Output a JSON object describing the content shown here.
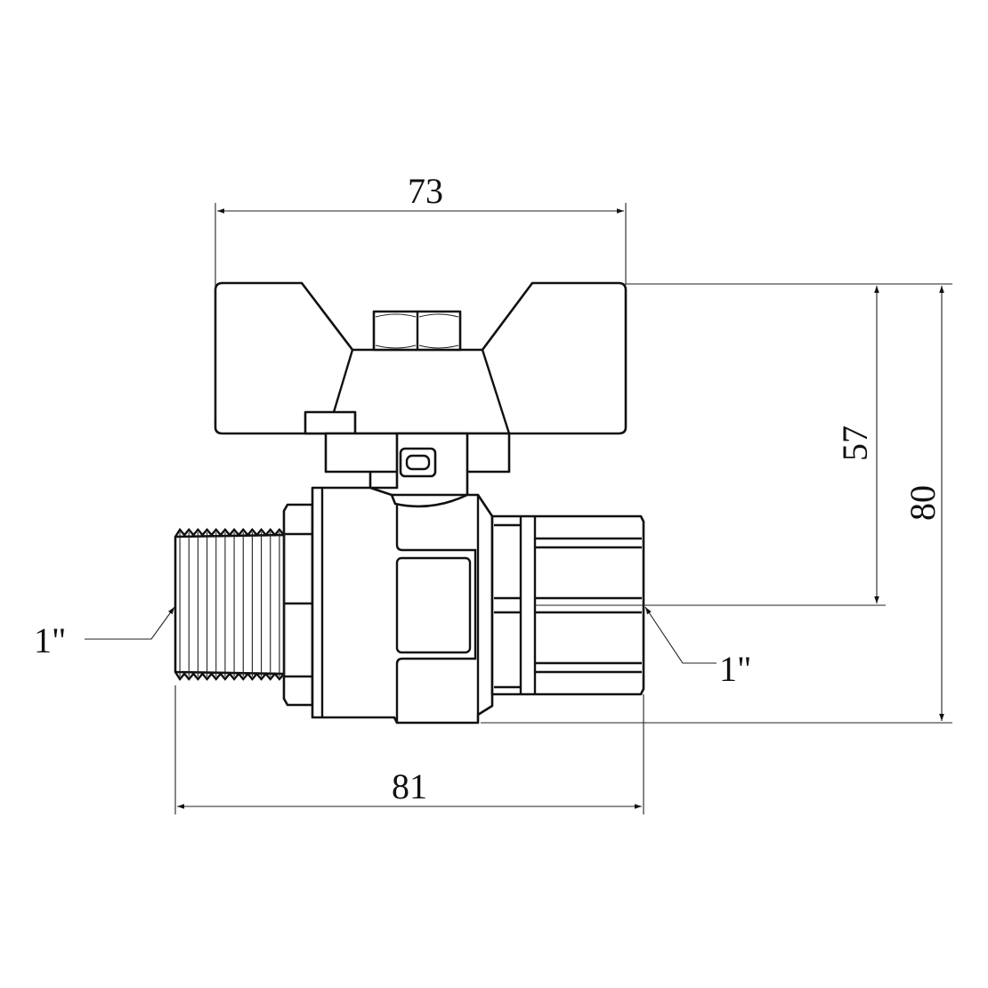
{
  "dimensions": {
    "handle_width": "73",
    "handle_height_to_axis": "57",
    "total_height": "80",
    "total_length": "81",
    "thread_male": "1\"",
    "thread_female": "1\""
  }
}
